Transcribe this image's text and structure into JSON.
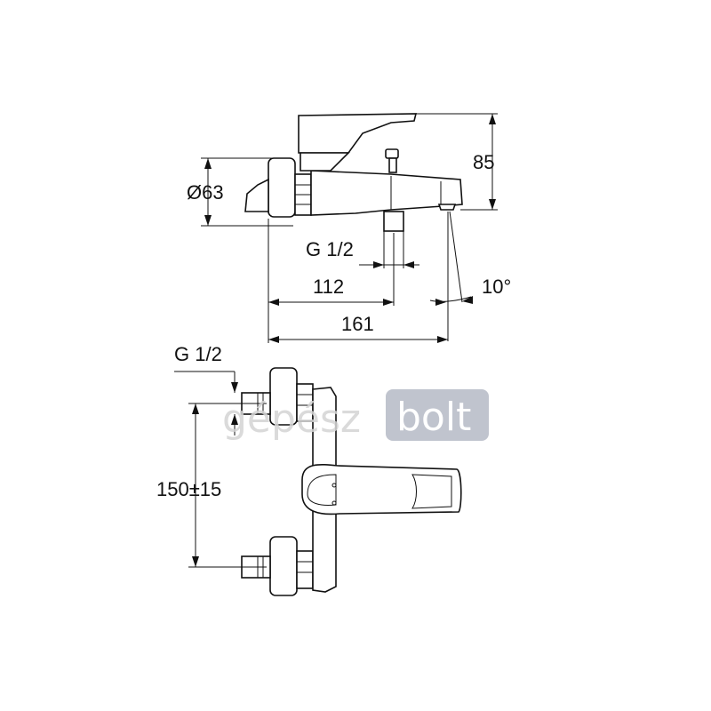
{
  "dimensions": {
    "height_top": "85",
    "diameter": "Ø63",
    "thread_top": "G 1/2",
    "length_112": "112",
    "angle": "10°",
    "length_161": "161",
    "thread_bottom": "G 1/2",
    "spacing": "150±15"
  },
  "watermark": {
    "part1": "gépész",
    "part2": "bolt",
    "box_color": "#b6bac6"
  }
}
